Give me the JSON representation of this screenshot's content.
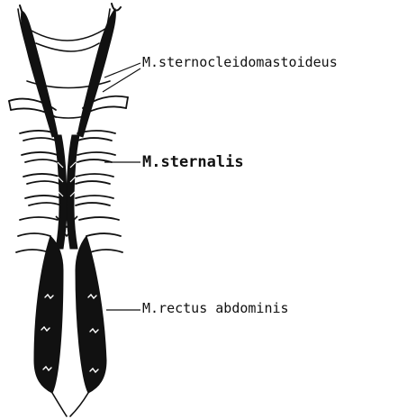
{
  "labels": {
    "sternocleidomastoideus": "M.sternocleidomastoideus",
    "sternalis": "M.sternalis",
    "rectus_abdominis": "M.rectus abdominis"
  },
  "colors": {
    "ink": "#111111",
    "background": "#ffffff"
  }
}
